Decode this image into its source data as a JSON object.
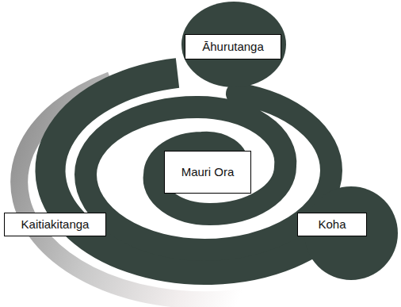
{
  "diagram": {
    "nodes": [
      {
        "text": [
          "Āhurutanga"
        ]
      },
      {
        "text": [
          "Mauri Ora"
        ]
      },
      {
        "text": [
          "Kaitiakitanga"
        ]
      },
      {
        "text": [
          "Koha"
        ]
      }
    ]
  }
}
